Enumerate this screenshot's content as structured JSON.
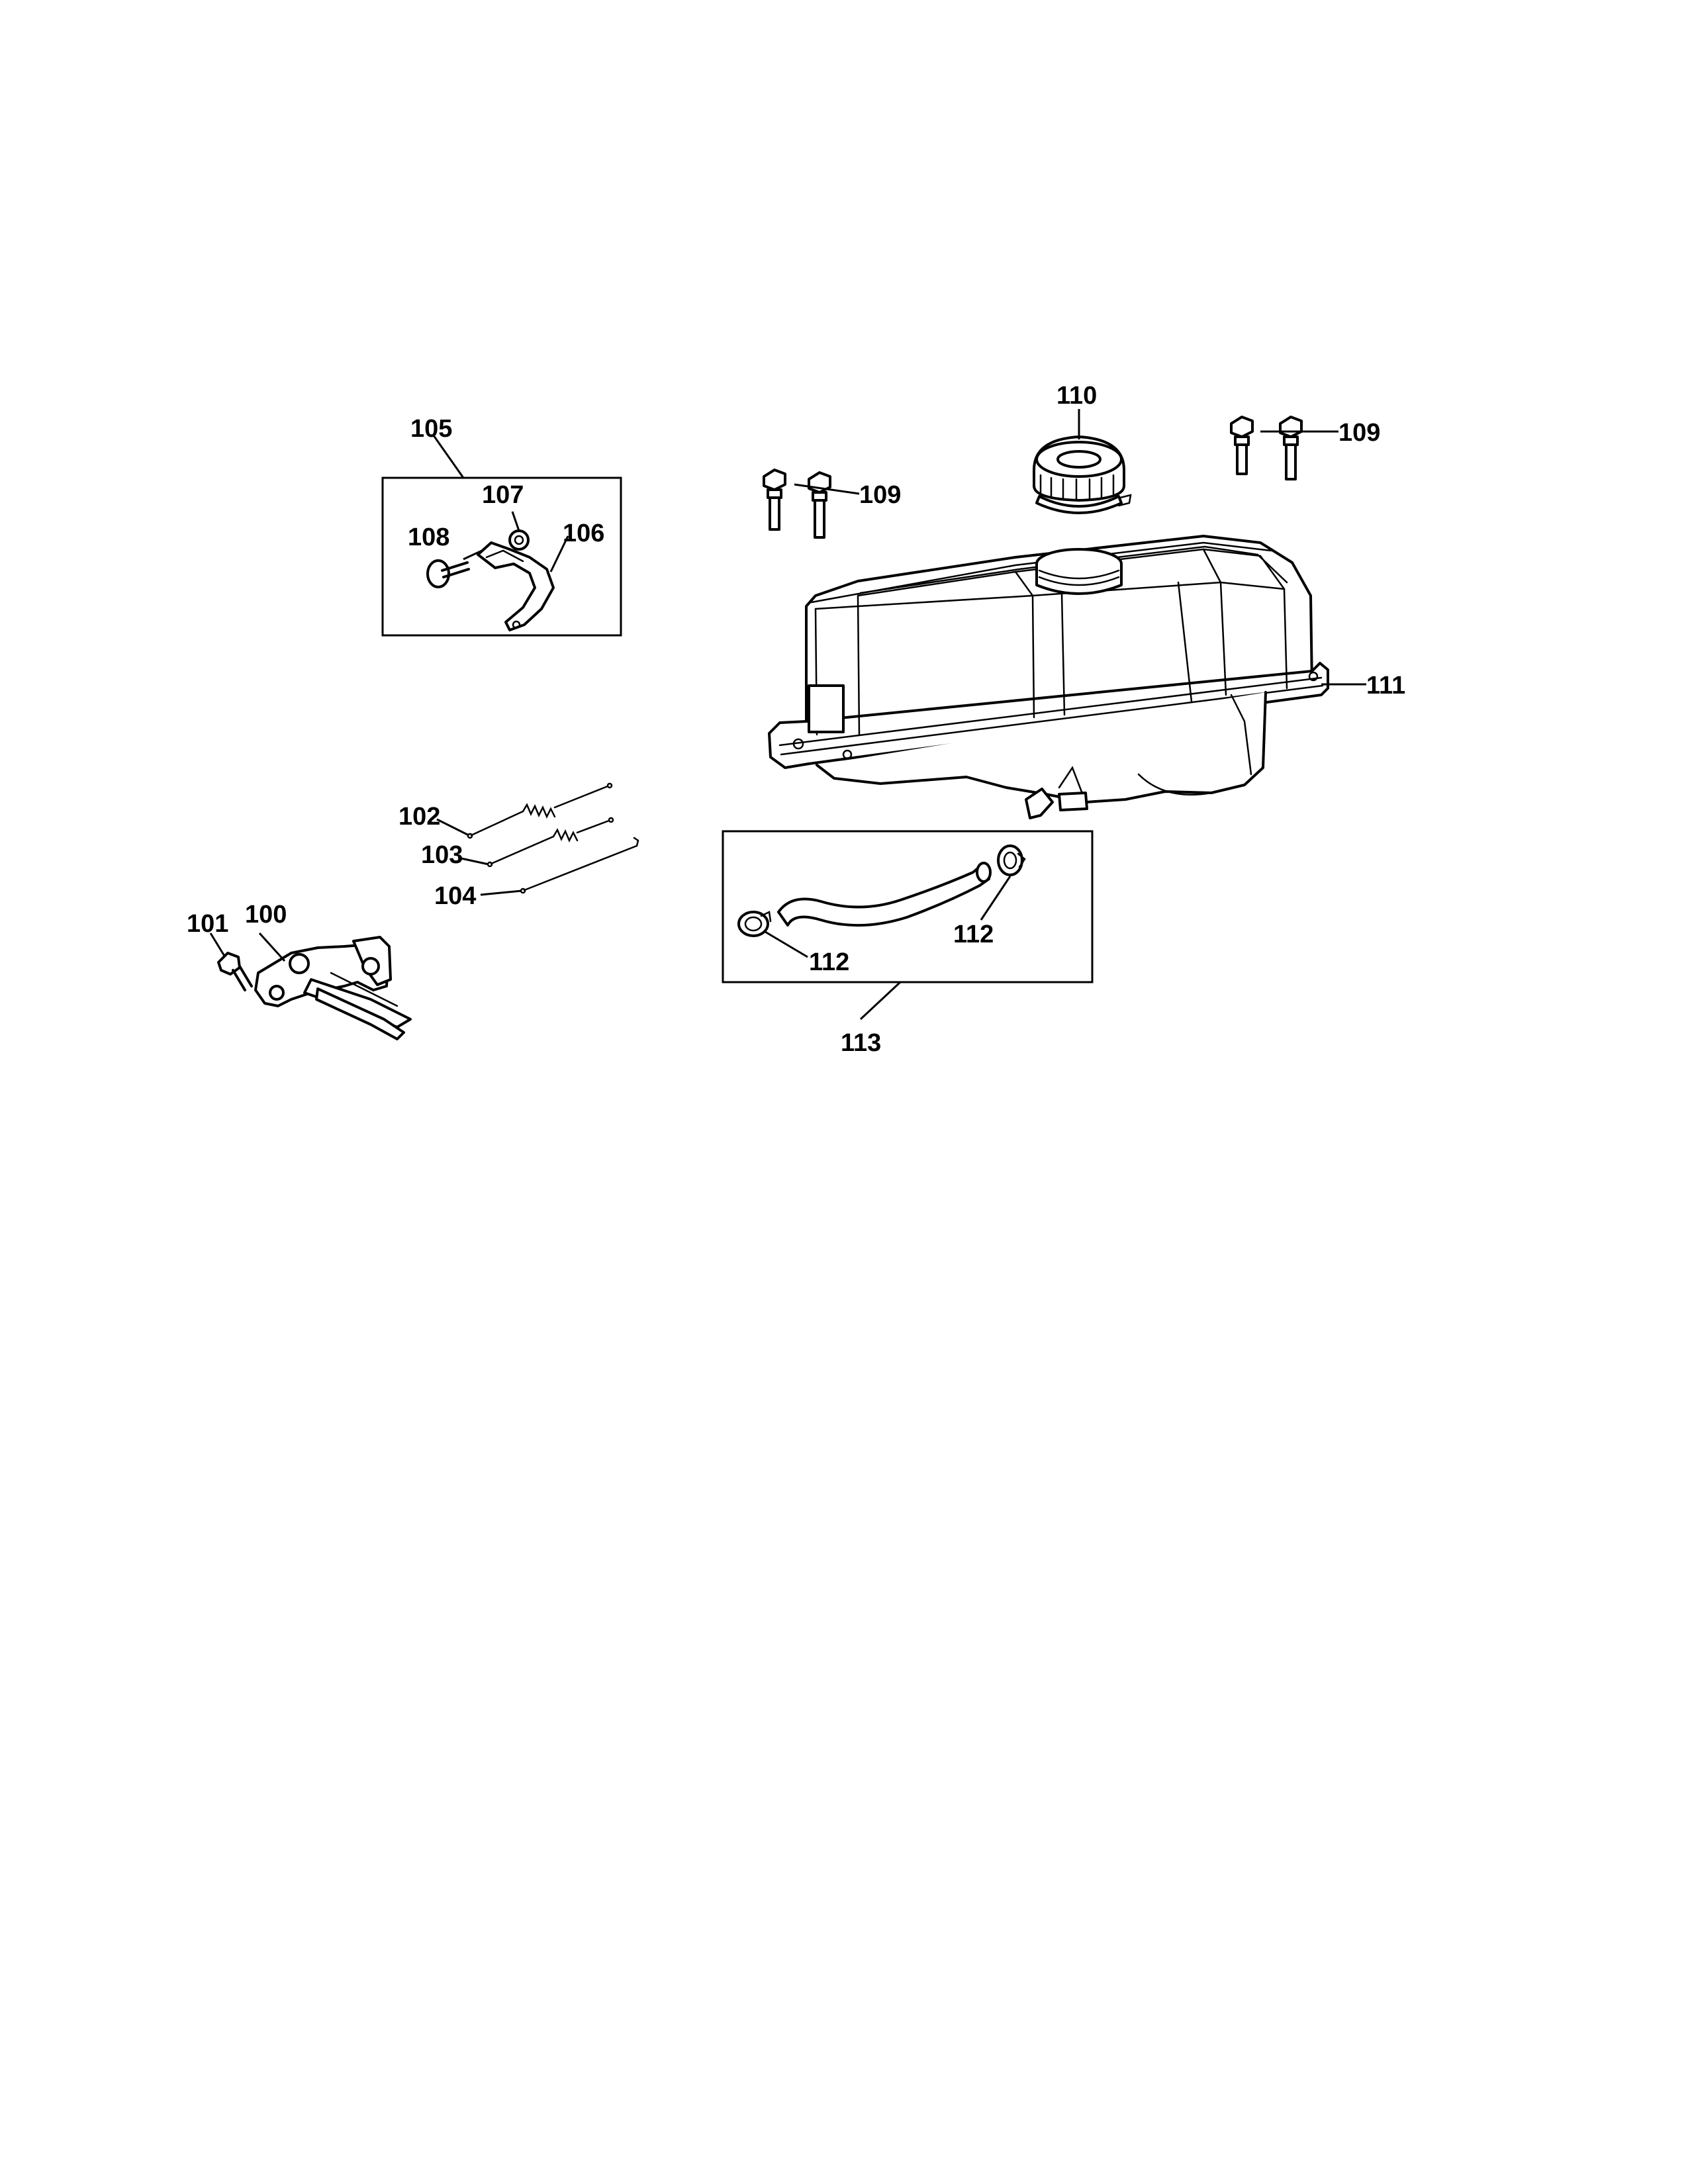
{
  "callouts": {
    "c100": "100",
    "c101": "101",
    "c102": "102",
    "c103": "103",
    "c104": "104",
    "c105": "105",
    "c106": "106",
    "c107": "107",
    "c108": "108",
    "c109a": "109",
    "c109b": "109",
    "c110": "110",
    "c111": "111",
    "c112a": "112",
    "c112b": "112",
    "c113": "113"
  }
}
